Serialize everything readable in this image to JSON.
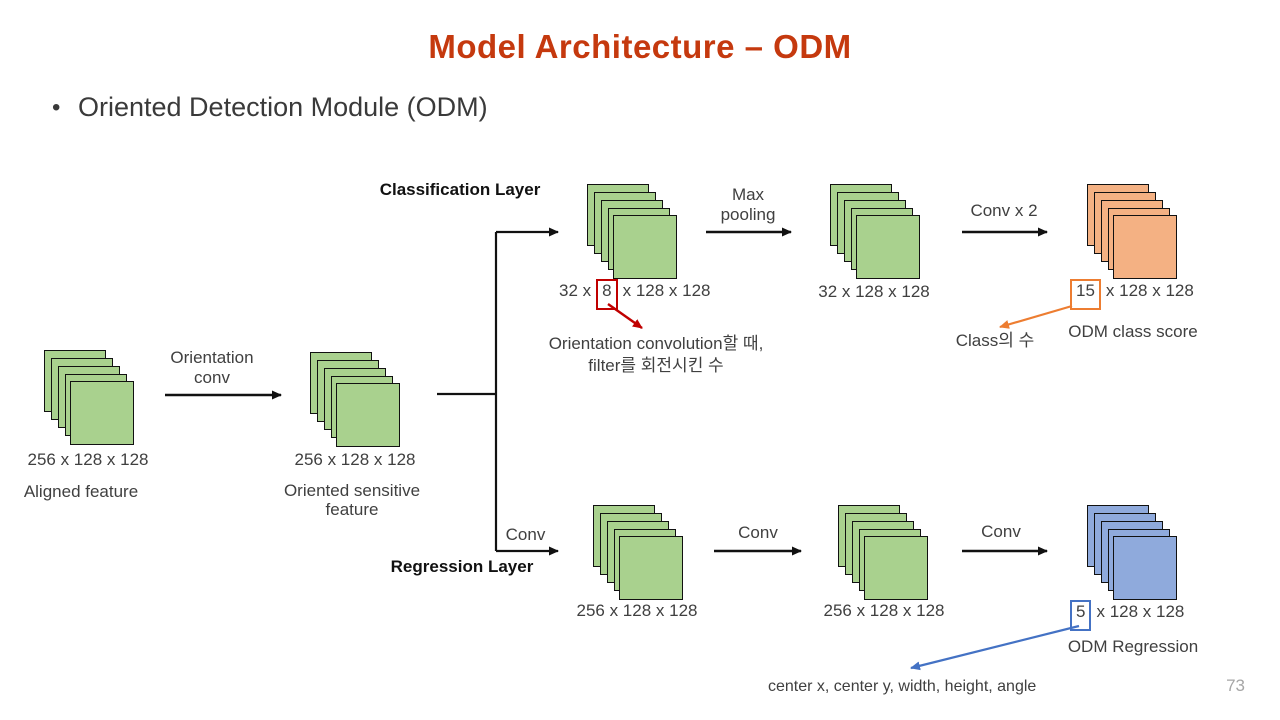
{
  "slide": {
    "title": "Model Architecture – ODM",
    "bullet_marker": "•",
    "bullet_text": "Oriented Detection Module (ODM)",
    "page_number": "73"
  },
  "colors": {
    "title": "#C5390E",
    "feature_green": "#A9D18E",
    "output_orange": "#F4B183",
    "output_blue": "#8FAADC",
    "highlight_red": "#C00000",
    "highlight_orange": "#ED7D31",
    "highlight_blue": "#4472C4"
  },
  "diagram": {
    "classification_layer_label": "Classification Layer",
    "regression_layer_label": "Regression Layer",
    "input": {
      "aligned_dims": "256 x 128 x 128",
      "aligned_caption": "Aligned feature",
      "orientation_conv_line1": "Orientation",
      "orientation_conv_line2": "conv",
      "oriented_dims": "256 x 128 x 128",
      "oriented_caption_line1": "Oriented sensitive",
      "oriented_caption_line2": "feature"
    },
    "cls": {
      "stack1_dims_prefix": "32 x",
      "stack1_dims_boxed": "8",
      "stack1_dims_suffix": "x 128 x 128",
      "maxpool_line1": "Max",
      "maxpool_line2": "pooling",
      "stack2_dims": "32 x 128 x 128",
      "conv_label": "Conv x 2",
      "out_dims_boxed": "15",
      "out_dims_suffix": "x 128 x 128",
      "out_caption": "ODM class score",
      "annotation_line1": "Orientation convolution할 때,",
      "annotation_line2": "filter를 회전시킨 수",
      "class_count_label": "Class의 수"
    },
    "reg": {
      "branch_conv_label": "Conv",
      "stack1_dims": "256 x 128 x 128",
      "conv_label2": "Conv",
      "stack2_dims": "256 x 128 x 128",
      "conv_label3": "Conv",
      "out_dims_boxed": "5",
      "out_dims_suffix": "x 128 x 128",
      "out_caption": "ODM Regression",
      "annotation": "center x, center y, width, height, angle"
    }
  }
}
